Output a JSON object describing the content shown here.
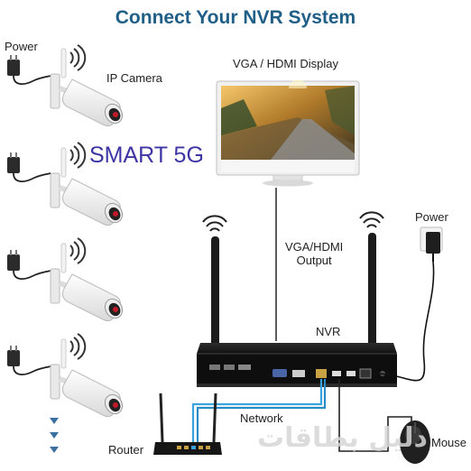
{
  "title": "Connect Your NVR System",
  "labels": {
    "power_left": "Power",
    "ip_camera": "IP Camera",
    "smart_5g": "SMART 5G",
    "display": "VGA / HDMI Display",
    "vga_output_line1": "VGA/HDMI",
    "vga_output_line2": "Output",
    "power_right": "Power",
    "nvr": "NVR",
    "network": "Network",
    "router": "Router",
    "mouse": "Mouse",
    "watermark": "دليل بطاقات"
  },
  "icons": {
    "camera": "bullet-camera-icon",
    "wifi": "wifi-signal-icon",
    "adapter": "power-adapter-icon",
    "monitor": "monitor-icon",
    "nvr": "nvr-recorder-icon",
    "router": "router-icon",
    "mouse": "mouse-icon",
    "more": "down-triangle-icon"
  },
  "colors": {
    "title": "#1f5f87",
    "smart": "#3c35a3",
    "network_cable": "#3aa3dd",
    "camera_led": "#c21a2a"
  }
}
